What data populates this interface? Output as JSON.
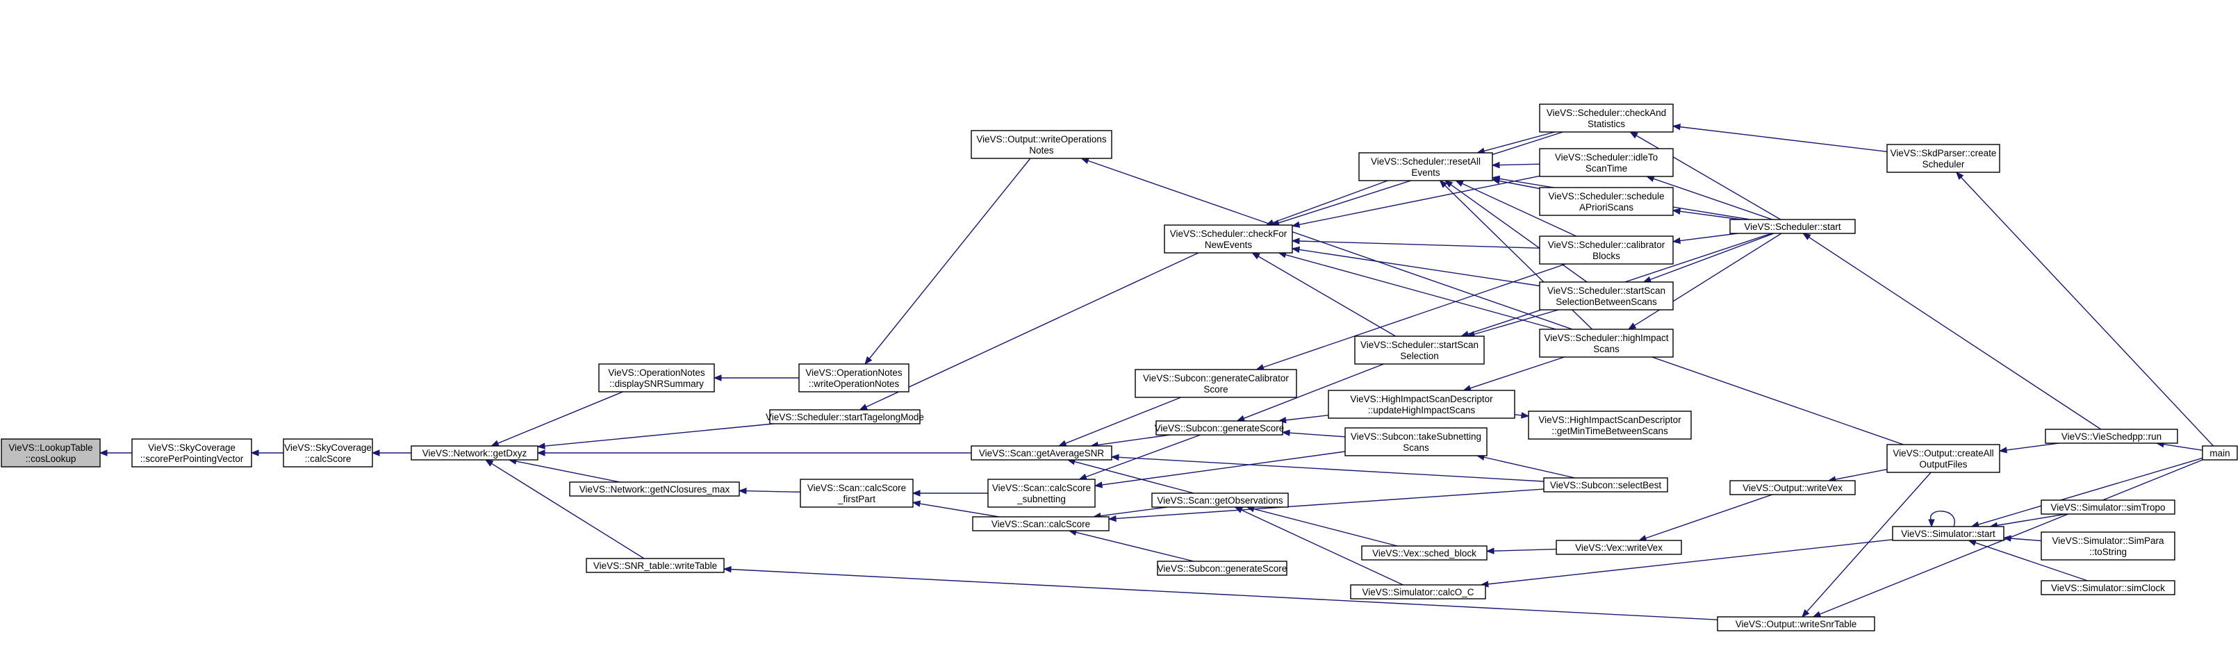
{
  "graph": {
    "edge_color": "#191970",
    "root_fill": "#bfbfbf",
    "nodes": {
      "costLookup": [
        "VieVS::LookupTable",
        "::cosLookup"
      ],
      "scorePerPointingVector": [
        "VieVS::SkyCoverage",
        "::scorePerPointingVector"
      ],
      "skyCalcScore": [
        "VieVS::SkyCoverage",
        "::calcScore"
      ],
      "getDxyz": [
        "VieVS::Network::getDxyz"
      ],
      "displaySNRSummary": [
        "VieVS::OperationNotes",
        "::displaySNRSummary"
      ],
      "opWriteOperationNotes": [
        "VieVS::OperationNotes",
        "::writeOperationNotes"
      ],
      "outWriteOperationsNotes": [
        "VieVS::Output::writeOperations",
        "Notes"
      ],
      "startTagelongMode": [
        "VieVS::Scheduler::startTagelongMode"
      ],
      "getNClosuresMax": [
        "VieVS::Network::getNClosures_max"
      ],
      "snrWriteTable": [
        "VieVS::SNR_table::writeTable"
      ],
      "getAverageSNR": [
        "VieVS::Scan::getAverageSNR"
      ],
      "calcScoreFirstPart": [
        "VieVS::Scan::calcScore",
        "_firstPart"
      ],
      "calcScoreSubnetting": [
        "VieVS::Scan::calcScore",
        "_subnetting"
      ],
      "scanCalcScore": [
        "VieVS::Scan::calcScore"
      ],
      "generateCalibratorScore": [
        "VieVS::Subcon::generateCalibrator",
        "Score"
      ],
      "subconGenerateScore1": [
        "VieVS::Subcon::generateScore"
      ],
      "getObservations": [
        "VieVS::Scan::getObservations"
      ],
      "subconGenerateScore2": [
        "VieVS::Subcon::generateScore"
      ],
      "checkForNewEvents": [
        "VieVS::Scheduler::checkFor",
        "NewEvents"
      ],
      "resetAllEvents": [
        "VieVS::Scheduler::resetAll",
        "Events"
      ],
      "startScanSelection": [
        "VieVS::Scheduler::startScan",
        "Selection"
      ],
      "updateHighImpactScans": [
        "VieVS::HighImpactScanDescriptor",
        "::updateHighImpactScans"
      ],
      "takeSubnettingScans": [
        "VieVS::Subcon::takeSubnetting",
        "Scans"
      ],
      "schedBlock": [
        "VieVS::Vex::sched_block"
      ],
      "calcOC": [
        "VieVS::Simulator::calcO_C"
      ],
      "checkAndStatistics": [
        "VieVS::Scheduler::checkAnd",
        "Statistics"
      ],
      "idleToScanTime": [
        "VieVS::Scheduler::idleTo",
        "ScanTime"
      ],
      "scheduleAPrioriScans": [
        "VieVS::Scheduler::schedule",
        "APrioriScans"
      ],
      "calibratorBlocks": [
        "VieVS::Scheduler::calibrator",
        "Blocks"
      ],
      "startScanSelectionBetweenScans": [
        "VieVS::Scheduler::startScan",
        "SelectionBetweenScans"
      ],
      "highImpactScans": [
        "VieVS::Scheduler::highImpact",
        "Scans"
      ],
      "getMinTimeBetweenScans": [
        "VieVS::HighImpactScanDescriptor",
        "::getMinTimeBetweenScans"
      ],
      "selectBest": [
        "VieVS::Subcon::selectBest"
      ],
      "vexWriteVex": [
        "VieVS::Vex::writeVex"
      ],
      "outputWriteSnrTable": [
        "VieVS::Output::writeSnrTable"
      ],
      "schedulerStart": [
        "VieVS::Scheduler::start"
      ],
      "outputWriteVex": [
        "VieVS::Output::writeVex"
      ],
      "createAllOutputFiles": [
        "VieVS::Output::createAll",
        "OutputFiles"
      ],
      "simulatorStart": [
        "VieVS::Simulator::start"
      ],
      "skdParserCreateScheduler": [
        "VieVS::SkdParser::create",
        "Scheduler"
      ],
      "vieSchedppRun": [
        "VieVS::VieSchedpp::run"
      ],
      "simTropo": [
        "VieVS::Simulator::simTropo"
      ],
      "simParaToString": [
        "VieVS::Simulator::SimPara",
        "::toString"
      ],
      "simClock": [
        "VieVS::Simulator::simClock"
      ],
      "main": [
        "main"
      ]
    },
    "edges": [
      [
        "scorePerPointingVector",
        "costLookup"
      ],
      [
        "skyCalcScore",
        "scorePerPointingVector"
      ],
      [
        "getDxyz",
        "skyCalcScore"
      ],
      [
        "displaySNRSummary",
        "getDxyz"
      ],
      [
        "startTagelongMode",
        "getDxyz"
      ],
      [
        "getAverageSNR",
        "getDxyz"
      ],
      [
        "getNClosuresMax",
        "getDxyz"
      ],
      [
        "snrWriteTable",
        "getDxyz"
      ],
      [
        "opWriteOperationNotes",
        "displaySNRSummary"
      ],
      [
        "outWriteOperationsNotes",
        "opWriteOperationNotes"
      ],
      [
        "createAllOutputFiles",
        "outWriteOperationsNotes"
      ],
      [
        "checkForNewEvents",
        "startTagelongMode"
      ],
      [
        "calcScoreFirstPart",
        "getNClosuresMax"
      ],
      [
        "outputWriteSnrTable",
        "snrWriteTable"
      ],
      [
        "generateCalibratorScore",
        "getAverageSNR"
      ],
      [
        "subconGenerateScore1",
        "getAverageSNR"
      ],
      [
        "getObservations",
        "getAverageSNR"
      ],
      [
        "selectBest",
        "getAverageSNR"
      ],
      [
        "calcScoreSubnetting",
        "calcScoreFirstPart"
      ],
      [
        "scanCalcScore",
        "calcScoreFirstPart"
      ],
      [
        "takeSubnettingScans",
        "calcScoreSubnetting"
      ],
      [
        "subconGenerateScore1",
        "calcScoreSubnetting"
      ],
      [
        "subconGenerateScore2",
        "scanCalcScore"
      ],
      [
        "getObservations",
        "scanCalcScore"
      ],
      [
        "selectBest",
        "scanCalcScore"
      ],
      [
        "calibratorBlocks",
        "generateCalibratorScore"
      ],
      [
        "startScanSelection",
        "subconGenerateScore1"
      ],
      [
        "updateHighImpactScans",
        "subconGenerateScore1"
      ],
      [
        "takeSubnettingScans",
        "subconGenerateScore1"
      ],
      [
        "schedBlock",
        "getObservations"
      ],
      [
        "calcOC",
        "getObservations"
      ],
      [
        "resetAllEvents",
        "checkForNewEvents"
      ],
      [
        "checkAndStatistics",
        "checkForNewEvents"
      ],
      [
        "idleToScanTime",
        "checkForNewEvents"
      ],
      [
        "calibratorBlocks",
        "checkForNewEvents"
      ],
      [
        "startScanSelectionBetweenScans",
        "checkForNewEvents"
      ],
      [
        "highImpactScans",
        "checkForNewEvents"
      ],
      [
        "startScanSelection",
        "checkForNewEvents"
      ],
      [
        "checkAndStatistics",
        "resetAllEvents"
      ],
      [
        "idleToScanTime",
        "resetAllEvents"
      ],
      [
        "scheduleAPrioriScans",
        "resetAllEvents"
      ],
      [
        "calibratorBlocks",
        "resetAllEvents"
      ],
      [
        "startScanSelectionBetweenScans",
        "resetAllEvents"
      ],
      [
        "highImpactScans",
        "resetAllEvents"
      ],
      [
        "schedulerStart",
        "resetAllEvents"
      ],
      [
        "startScanSelectionBetweenScans",
        "startScanSelection"
      ],
      [
        "schedulerStart",
        "startScanSelection"
      ],
      [
        "highImpactScans",
        "updateHighImpactScans"
      ],
      [
        "updateHighImpactScans",
        "getMinTimeBetweenScans"
      ],
      [
        "selectBest",
        "takeSubnettingScans"
      ],
      [
        "vexWriteVex",
        "schedBlock"
      ],
      [
        "simulatorStart",
        "calcOC"
      ],
      [
        "schedulerStart",
        "checkAndStatistics"
      ],
      [
        "schedulerStart",
        "idleToScanTime"
      ],
      [
        "schedulerStart",
        "scheduleAPrioriScans"
      ],
      [
        "schedulerStart",
        "calibratorBlocks"
      ],
      [
        "schedulerStart",
        "startScanSelectionBetweenScans"
      ],
      [
        "schedulerStart",
        "highImpactScans"
      ],
      [
        "outputWriteVex",
        "vexWriteVex"
      ],
      [
        "createAllOutputFiles",
        "outputWriteVex"
      ],
      [
        "createAllOutputFiles",
        "outputWriteSnrTable"
      ],
      [
        "skdParserCreateScheduler",
        "checkAndStatistics"
      ],
      [
        "vieSchedppRun",
        "schedulerStart"
      ],
      [
        "vieSchedppRun",
        "createAllOutputFiles"
      ],
      [
        "main",
        "skdParserCreateScheduler"
      ],
      [
        "main",
        "vieSchedppRun"
      ],
      [
        "main",
        "simulatorStart"
      ],
      [
        "main",
        "outputWriteSnrTable"
      ],
      [
        "simTropo",
        "simulatorStart"
      ],
      [
        "simParaToString",
        "simulatorStart"
      ],
      [
        "simClock",
        "simulatorStart"
      ],
      [
        "simulatorStart",
        "simulatorStart"
      ]
    ]
  }
}
